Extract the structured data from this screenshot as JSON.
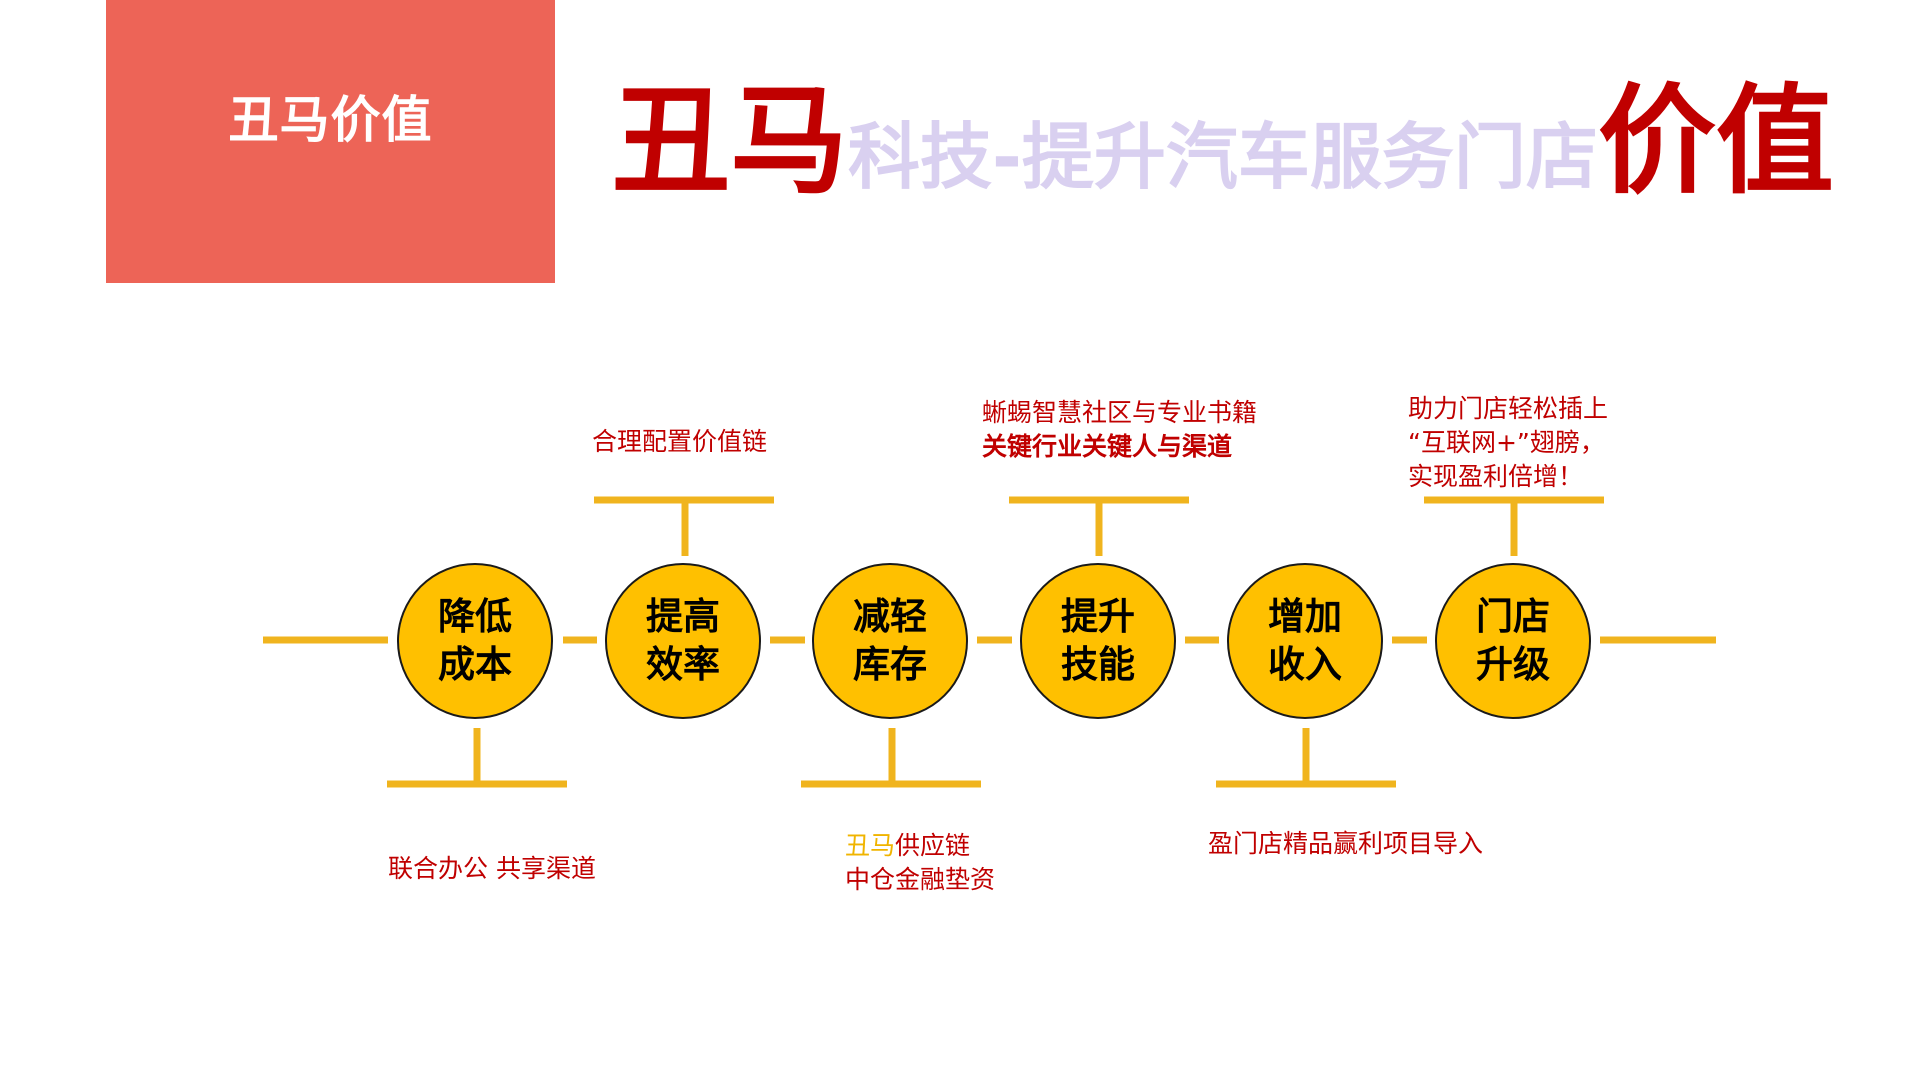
{
  "badge": {
    "label": "丑马价值"
  },
  "title": {
    "part1": "丑马",
    "part2": "科技-提升汽车服务门店",
    "part3": "价值"
  },
  "colors": {
    "badge_bg": "#ed6457",
    "accent_red": "#c00000",
    "title_lavender": "#d9d0f0",
    "node_fill": "#ffc000",
    "connector": "#f0b41e"
  },
  "nodes": [
    {
      "line1": "降低",
      "line2": "成本"
    },
    {
      "line1": "提高",
      "line2": "效率"
    },
    {
      "line1": "减轻",
      "line2": "库存"
    },
    {
      "line1": "提升",
      "line2": "技能"
    },
    {
      "line1": "增加",
      "line2": "收入"
    },
    {
      "line1": "门店",
      "line2": "升级"
    }
  ],
  "annotations": {
    "cost": "联合办公 共享渠道",
    "efficiency": "合理配置价值链",
    "inventory_line1_brand": "丑马",
    "inventory_line1_rest": "供应链",
    "inventory_line2": "中仓金融垫资",
    "skills_line1": "蜥蜴智慧社区与专业书籍",
    "skills_line2": "关键行业关键人与渠道",
    "income": "盈门店精品赢利项目导入",
    "upgrade_line1": "助力门店轻松插上",
    "upgrade_line2": "“互联网+”翅膀，",
    "upgrade_line3": "实现盈利倍增！"
  }
}
